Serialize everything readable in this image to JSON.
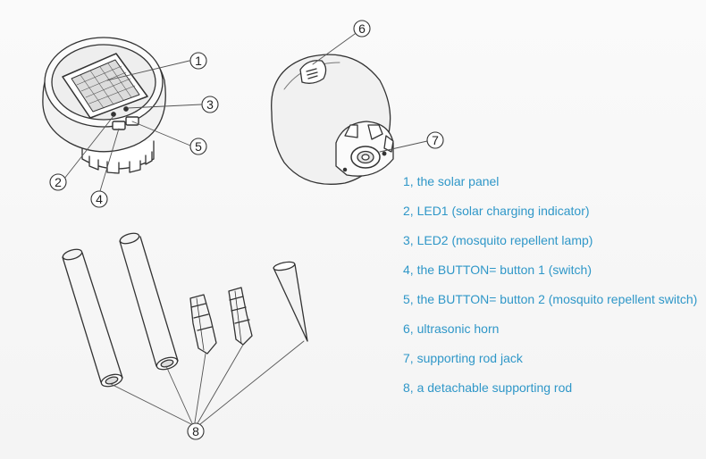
{
  "callouts": [
    "1",
    "2",
    "3",
    "4",
    "5",
    "6",
    "7",
    "8"
  ],
  "legend": [
    "1, the solar panel",
    "2, LED1 (solar charging indicator)",
    "3, LED2 (mosquito repellent lamp)",
    "4, the BUTTON= button 1 (switch)",
    "5, the BUTTON= button 2 (mosquito repellent switch)",
    "6, ultrasonic horn",
    "7, supporting rod jack",
    "8, a detachable supporting rod"
  ],
  "colors": {
    "legend_text": "#2f97c8",
    "line_art": "#333333",
    "leader": "#555555"
  }
}
